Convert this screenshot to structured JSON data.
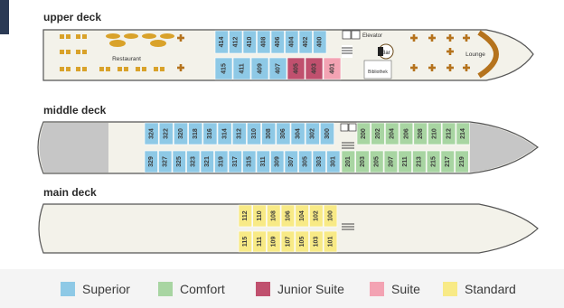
{
  "decks": {
    "upper": {
      "title": "upper deck",
      "labels": {
        "restaurant": "Restaurant",
        "elevator": "Elevator",
        "bar": "Bar",
        "lounge": "Lounge",
        "library": "Bibliothek"
      },
      "cabins_top": [
        {
          "num": "414",
          "cat": "superior"
        },
        {
          "num": "412",
          "cat": "superior"
        },
        {
          "num": "410",
          "cat": "superior"
        },
        {
          "num": "408",
          "cat": "superior"
        },
        {
          "num": "406",
          "cat": "superior"
        },
        {
          "num": "404",
          "cat": "superior"
        },
        {
          "num": "402",
          "cat": "superior"
        },
        {
          "num": "400",
          "cat": "superior"
        }
      ],
      "cabins_bottom": [
        {
          "num": "415",
          "cat": "superior"
        },
        {
          "num": "411",
          "cat": "superior"
        },
        {
          "num": "409",
          "cat": "superior"
        },
        {
          "num": "407",
          "cat": "superior"
        },
        {
          "num": "405",
          "cat": "junior"
        },
        {
          "num": "403",
          "cat": "junior"
        },
        {
          "num": "401",
          "cat": "suite"
        }
      ]
    },
    "middle": {
      "title": "middle deck",
      "cabins_top": [
        {
          "num": "324",
          "cat": "superior"
        },
        {
          "num": "322",
          "cat": "superior"
        },
        {
          "num": "320",
          "cat": "superior"
        },
        {
          "num": "318",
          "cat": "superior"
        },
        {
          "num": "316",
          "cat": "superior"
        },
        {
          "num": "314",
          "cat": "superior"
        },
        {
          "num": "312",
          "cat": "superior"
        },
        {
          "num": "310",
          "cat": "superior"
        },
        {
          "num": "308",
          "cat": "superior"
        },
        {
          "num": "306",
          "cat": "superior"
        },
        {
          "num": "304",
          "cat": "superior"
        },
        {
          "num": "302",
          "cat": "superior"
        },
        {
          "num": "300",
          "cat": "superior"
        },
        {
          "num": "200",
          "cat": "comfort"
        },
        {
          "num": "202",
          "cat": "comfort"
        },
        {
          "num": "204",
          "cat": "comfort"
        },
        {
          "num": "206",
          "cat": "comfort"
        },
        {
          "num": "208",
          "cat": "comfort"
        },
        {
          "num": "210",
          "cat": "comfort"
        },
        {
          "num": "212",
          "cat": "comfort"
        },
        {
          "num": "214",
          "cat": "comfort"
        }
      ],
      "cabins_bottom": [
        {
          "num": "329",
          "cat": "superior"
        },
        {
          "num": "327",
          "cat": "superior"
        },
        {
          "num": "325",
          "cat": "superior"
        },
        {
          "num": "323",
          "cat": "superior"
        },
        {
          "num": "321",
          "cat": "superior"
        },
        {
          "num": "319",
          "cat": "superior"
        },
        {
          "num": "317",
          "cat": "superior"
        },
        {
          "num": "315",
          "cat": "superior"
        },
        {
          "num": "311",
          "cat": "superior"
        },
        {
          "num": "309",
          "cat": "superior"
        },
        {
          "num": "307",
          "cat": "superior"
        },
        {
          "num": "305",
          "cat": "superior"
        },
        {
          "num": "303",
          "cat": "superior"
        },
        {
          "num": "301",
          "cat": "superior"
        },
        {
          "num": "201",
          "cat": "comfort"
        },
        {
          "num": "203",
          "cat": "comfort"
        },
        {
          "num": "205",
          "cat": "comfort"
        },
        {
          "num": "207",
          "cat": "comfort"
        },
        {
          "num": "211",
          "cat": "comfort"
        },
        {
          "num": "213",
          "cat": "comfort"
        },
        {
          "num": "215",
          "cat": "comfort"
        },
        {
          "num": "217",
          "cat": "comfort"
        },
        {
          "num": "219",
          "cat": "comfort"
        }
      ]
    },
    "main": {
      "title": "main deck",
      "cabins_top": [
        {
          "num": "112",
          "cat": "standard"
        },
        {
          "num": "110",
          "cat": "standard"
        },
        {
          "num": "108",
          "cat": "standard"
        },
        {
          "num": "106",
          "cat": "standard"
        },
        {
          "num": "104",
          "cat": "standard"
        },
        {
          "num": "102",
          "cat": "standard"
        },
        {
          "num": "100",
          "cat": "standard"
        }
      ],
      "cabins_bottom": [
        {
          "num": "115",
          "cat": "standard"
        },
        {
          "num": "111",
          "cat": "standard"
        },
        {
          "num": "109",
          "cat": "standard"
        },
        {
          "num": "107",
          "cat": "standard"
        },
        {
          "num": "105",
          "cat": "standard"
        },
        {
          "num": "103",
          "cat": "standard"
        },
        {
          "num": "101",
          "cat": "standard"
        }
      ]
    }
  },
  "categories": {
    "superior": {
      "label": "Superior",
      "color": "#8ec9e6"
    },
    "comfort": {
      "label": "Comfort",
      "color": "#a8d5a2"
    },
    "junior": {
      "label": "Junior Suite",
      "color": "#c0506e"
    },
    "suite": {
      "label": "Suite",
      "color": "#f3a3b3"
    },
    "standard": {
      "label": "Standard",
      "color": "#f8ea86"
    }
  },
  "legend_order": [
    "superior",
    "comfort",
    "junior",
    "suite",
    "standard"
  ],
  "colors": {
    "hull_fill": "#f3f2ea",
    "hull_stroke": "#555555",
    "engine_grey": "#c6c6c6",
    "furniture": "#d9a22a",
    "cabin_text": "#3a3a3a"
  }
}
